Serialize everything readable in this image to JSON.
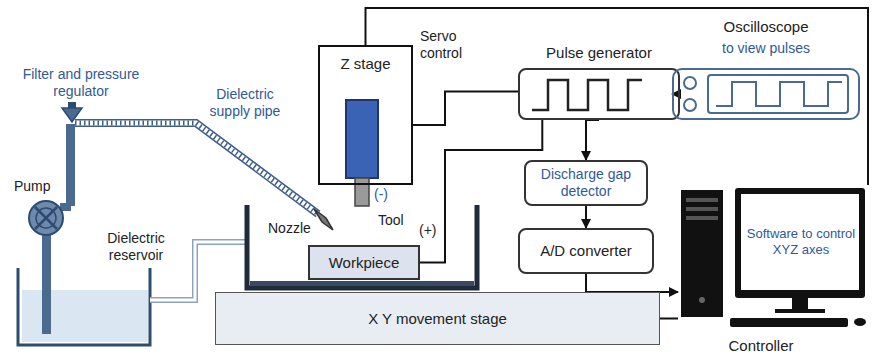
{
  "diagram": {
    "nodes": [
      {
        "text": [
          "Z stage"
        ]
      },
      {
        "text": [
          "Pulse generator"
        ]
      },
      {
        "text": [
          "Oscilloscope",
          "to view pulses"
        ]
      },
      {
        "text": [
          "Discharge gap detector"
        ]
      },
      {
        "text": [
          "A/D converter"
        ]
      },
      {
        "text": [
          "Workpiece"
        ]
      },
      {
        "text": [
          "X Y movement stage"
        ]
      },
      {
        "text": [
          "Software to control XYZ axes"
        ]
      }
    ],
    "edges": [
      {
        "from": 1,
        "to": 2,
        "arrow": "to"
      },
      {
        "from": 1,
        "to": 3,
        "arrow": "to"
      },
      {
        "from": 3,
        "to": 4,
        "arrow": "to"
      },
      {
        "from": 4,
        "to": 7,
        "arrow": "to"
      },
      {
        "from": 1,
        "to": 0,
        "arrow": "none"
      },
      {
        "from": 1,
        "to": 5,
        "arrow": "none"
      },
      {
        "from": 7,
        "to": 0,
        "arrow": "none"
      },
      {
        "from": 6,
        "to": 7,
        "arrow": "none"
      }
    ],
    "labels": [
      "Filter and pressure regulator",
      "Dielectric supply pipe",
      "Pump",
      "Dielectric reservoir",
      "Nozzle",
      "Tool",
      "(-)",
      "(+)",
      "Servo control",
      "Controller"
    ]
  }
}
